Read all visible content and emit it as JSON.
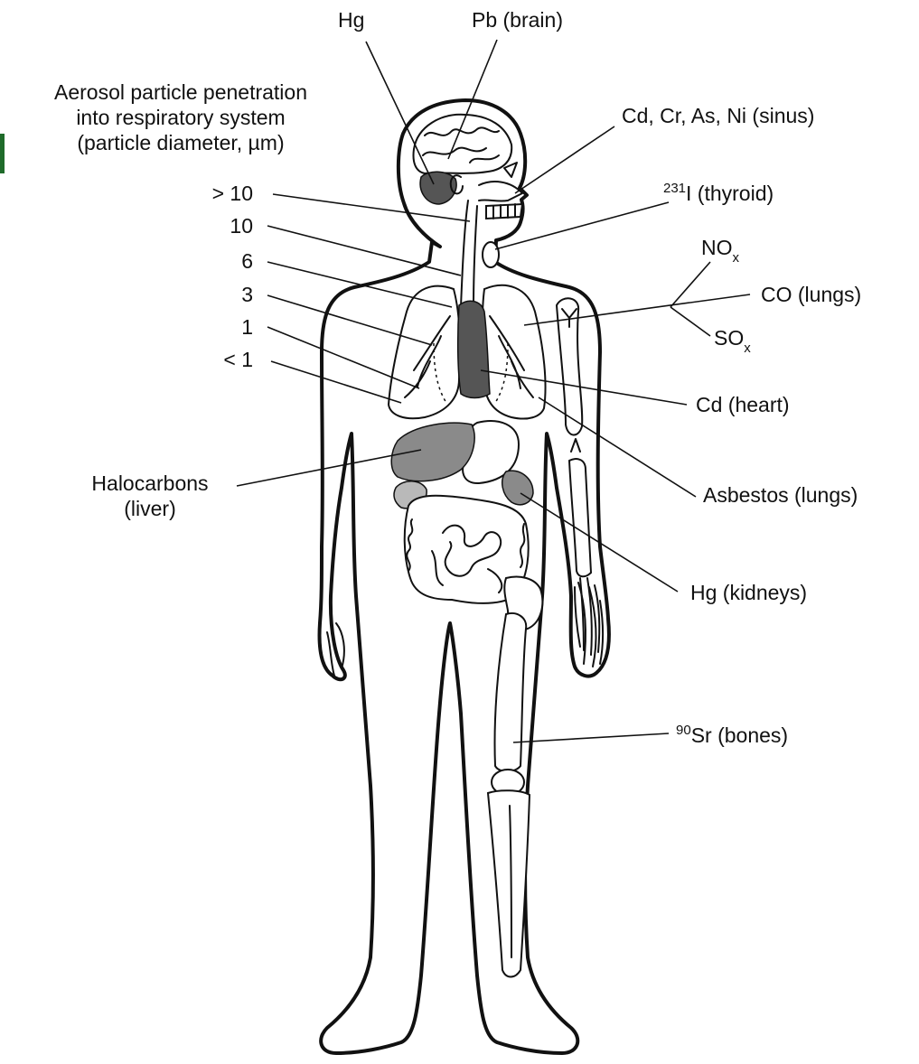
{
  "labels": {
    "hg_brain": "Hg",
    "pb_brain": "Pb (brain)",
    "aerosol_line1": "Aerosol particle penetration",
    "aerosol_line2": "into respiratory system",
    "aerosol_line3": "(particle diameter, µm)",
    "sinus": "Cd, Cr, As, Ni (sinus)",
    "thyroid_sup": "231",
    "thyroid": "I (thyroid)",
    "nox_main": "NO",
    "nox_sub": "x",
    "co_lungs": "CO (lungs)",
    "sox_main": "SO",
    "sox_sub": "x",
    "cd_heart": "Cd (heart)",
    "asbestos": "Asbestos (lungs)",
    "hg_kidneys": "Hg (kidneys)",
    "halocarbons_line1": "Halocarbons",
    "halocarbons_line2": "(liver)",
    "sr_sup": "90",
    "sr_bones": "Sr (bones)"
  },
  "particle_sizes": [
    "> 10",
    "10",
    "6",
    "3",
    "1",
    "< 1"
  ]
}
